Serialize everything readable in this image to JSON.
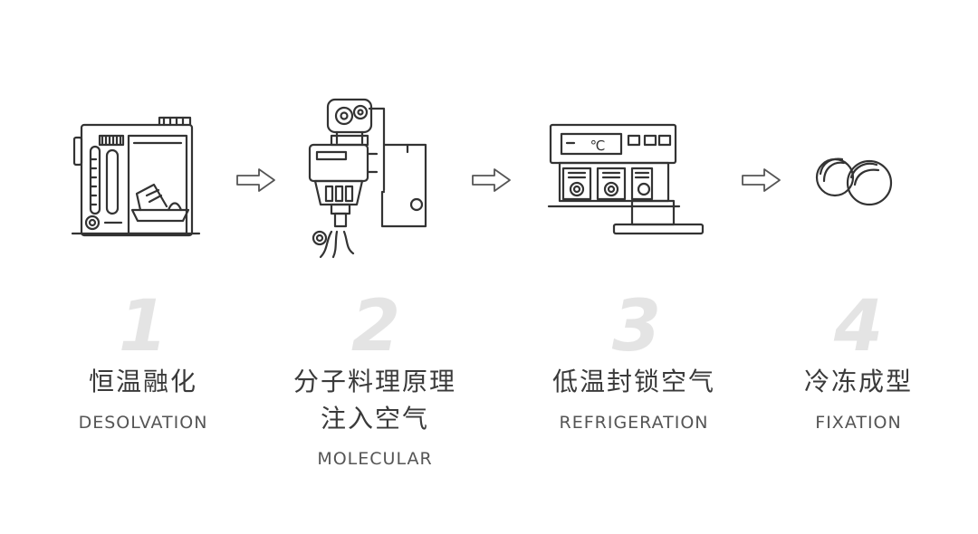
{
  "colors": {
    "stroke": "#333333",
    "number": "#e4e4e4",
    "text": "#3a3a3a"
  },
  "steps": [
    {
      "number": "1",
      "title_cn": "恒温融化",
      "title_en": "DESOLVATION",
      "icon": "dispenser-machine-icon"
    },
    {
      "number": "2",
      "title_cn_line1": "分子料理原理",
      "title_cn_line2": "注入空气",
      "title_en": "MOLECULAR",
      "icon": "robot-arm-icon"
    },
    {
      "number": "3",
      "title_cn": "低温封锁空气",
      "title_en": "REFRIGERATION",
      "icon": "freezer-unit-icon"
    },
    {
      "number": "4",
      "title_cn": "冷冻成型",
      "title_en": "FIXATION",
      "icon": "spheres-icon"
    }
  ],
  "freezer_display": "℃"
}
